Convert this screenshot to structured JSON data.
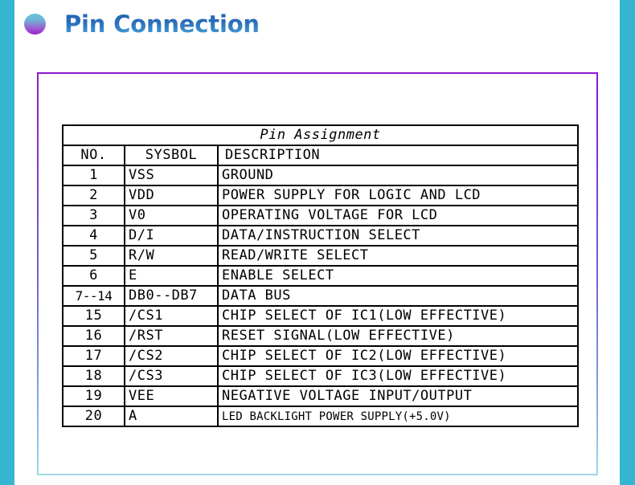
{
  "slide": {
    "title": "Pin Connection",
    "bullet_icon": "circle-bullet-icon",
    "accent_bar_color": "#35b6d0",
    "frame_gradient_start": "#8e17c9",
    "frame_gradient_end": "#9fd9e6",
    "title_gradient_start": "#1f5fae",
    "title_gradient_end": "#55a8dc"
  },
  "table": {
    "caption": "Pin Assignment",
    "columns": [
      "NO.",
      "SYSBOL",
      "DESCRIPTION"
    ],
    "rows": [
      {
        "no": "1",
        "symbol": "VSS",
        "description": "GROUND"
      },
      {
        "no": "2",
        "symbol": "VDD",
        "description": "POWER SUPPLY FOR LOGIC AND LCD"
      },
      {
        "no": "3",
        "symbol": "V0",
        "description": "OPERATING VOLTAGE FOR LCD"
      },
      {
        "no": "4",
        "symbol": "D/I",
        "description": "DATA/INSTRUCTION SELECT"
      },
      {
        "no": "5",
        "symbol": "R/W",
        "description": "READ/WRITE SELECT"
      },
      {
        "no": "6",
        "symbol": "E",
        "description": "ENABLE SELECT"
      },
      {
        "no": "7--14",
        "symbol": "DB0--DB7",
        "description": "DATA BUS"
      },
      {
        "no": "15",
        "symbol": "/CS1",
        "description": "CHIP SELECT OF IC1(LOW EFFECTIVE)"
      },
      {
        "no": "16",
        "symbol": "/RST",
        "description": "RESET SIGNAL(LOW EFFECTIVE)"
      },
      {
        "no": "17",
        "symbol": "/CS2",
        "description": "CHIP SELECT OF IC2(LOW EFFECTIVE)"
      },
      {
        "no": "18",
        "symbol": "/CS3",
        "description": "CHIP SELECT OF IC3(LOW EFFECTIVE)"
      },
      {
        "no": "19",
        "symbol": "VEE",
        "description": "NEGATIVE VOLTAGE INPUT/OUTPUT"
      },
      {
        "no": "20",
        "symbol": "A",
        "description": "LED BACKLIGHT POWER SUPPLY(+5.0V)"
      }
    ]
  }
}
